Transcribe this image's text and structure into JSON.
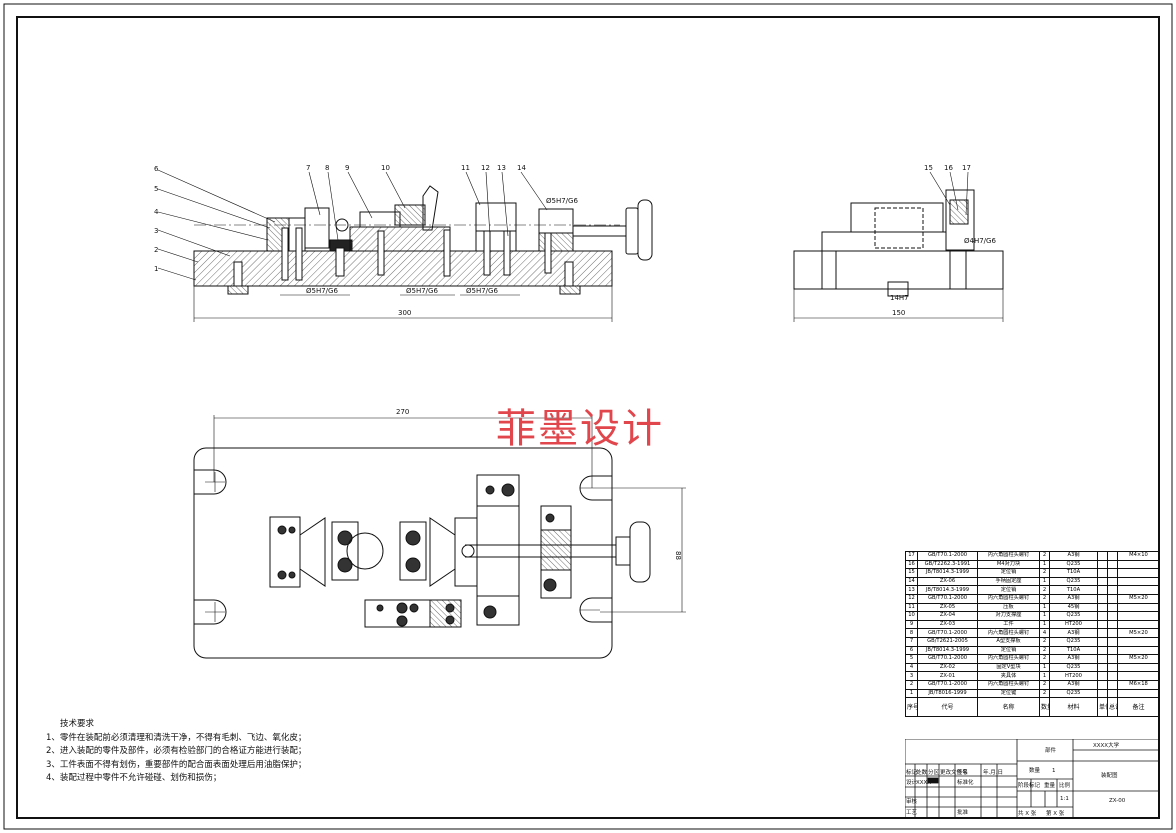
{
  "watermark": "菲墨设计",
  "dimensions": {
    "d300": "300",
    "d150": "150",
    "d270": "270",
    "d88": "88"
  },
  "fits": {
    "f1": "Ø5H7/G6",
    "f2": "Ø5H7/G6",
    "f3": "Ø5H7/G6",
    "f4": "Ø5H7/G6",
    "f5": "Ø4H7/G6",
    "f6": "14H7"
  },
  "balloons_front": [
    "1",
    "2",
    "3",
    "4",
    "5",
    "6",
    "7",
    "8",
    "9",
    "10",
    "11",
    "12",
    "13",
    "14"
  ],
  "balloons_side": [
    "15",
    "16",
    "17"
  ],
  "tech_requirements": {
    "title": "技术要求",
    "items": [
      "1、零件在装配前必须清理和清洗干净，不得有毛刺、飞边、氧化皮；",
      "2、进入装配的零件及部件，必须有检验部门的合格证方能进行装配；",
      "3、工件表面不得有划伤，重要部件的配合面表面处理后用油脂保护；",
      "4、装配过程中零件不允许碰碰、划伤和损伤；"
    ]
  },
  "bom": {
    "rows": [
      {
        "no": "17",
        "code": "GB/T70.1-2000",
        "name": "内六角圆柱头螺钉",
        "qty": "2",
        "mat": "A3钢",
        "note": "M4×10"
      },
      {
        "no": "16",
        "code": "GB/T2262.3-1991",
        "name": "M4对刀块",
        "qty": "1",
        "mat": "Q235",
        "note": ""
      },
      {
        "no": "15",
        "code": "JB/T8014.3-1999",
        "name": "定位销",
        "qty": "2",
        "mat": "T10A",
        "note": ""
      },
      {
        "no": "14",
        "code": "ZX-06",
        "name": "手柄固定座",
        "qty": "1",
        "mat": "Q235",
        "note": ""
      },
      {
        "no": "13",
        "code": "JB/T8014.3-1999",
        "name": "定位销",
        "qty": "2",
        "mat": "T10A",
        "note": ""
      },
      {
        "no": "12",
        "code": "GB/T70.1-2000",
        "name": "内六角圆柱头螺钉",
        "qty": "2",
        "mat": "A3钢",
        "note": "M5×20"
      },
      {
        "no": "11",
        "code": "ZX-05",
        "name": "压板",
        "qty": "1",
        "mat": "45钢",
        "note": ""
      },
      {
        "no": "10",
        "code": "ZX-04",
        "name": "对刀支撑座",
        "qty": "1",
        "mat": "Q235",
        "note": ""
      },
      {
        "no": "9",
        "code": "ZX-03",
        "name": "工件",
        "qty": "1",
        "mat": "HT200",
        "note": ""
      },
      {
        "no": "8",
        "code": "GB/T70.1-2000",
        "name": "内六角圆柱头螺钉",
        "qty": "4",
        "mat": "A3钢",
        "note": "M5×20"
      },
      {
        "no": "7",
        "code": "GB/T2621-2005",
        "name": "A型支撑板",
        "qty": "2",
        "mat": "Q235",
        "note": ""
      },
      {
        "no": "6",
        "code": "JB/T8014.3-1999",
        "name": "定位销",
        "qty": "2",
        "mat": "T10A",
        "note": ""
      },
      {
        "no": "5",
        "code": "GB/T70.1-2000",
        "name": "内六角圆柱头螺钉",
        "qty": "2",
        "mat": "A3钢",
        "note": "M5×20"
      },
      {
        "no": "4",
        "code": "ZX-02",
        "name": "固定V型块",
        "qty": "1",
        "mat": "Q235",
        "note": ""
      },
      {
        "no": "3",
        "code": "ZX-01",
        "name": "夹具体",
        "qty": "1",
        "mat": "HT200",
        "note": ""
      },
      {
        "no": "2",
        "code": "GB/T70.1-2000",
        "name": "内六角圆柱头螺钉",
        "qty": "2",
        "mat": "A3钢",
        "note": "M6×18"
      },
      {
        "no": "1",
        "code": "JB/T8016-1999",
        "name": "定位键",
        "qty": "2",
        "mat": "Q235",
        "note": ""
      }
    ],
    "header": {
      "no": "序号",
      "code": "代号",
      "name": "名称",
      "qty": "数量",
      "mat": "材料",
      "unit_w": "单件",
      "total_w": "总计",
      "weight": "重量",
      "note": "备注"
    }
  },
  "title_block": {
    "school": "XXXX大学",
    "part_label": "部件",
    "qty_label": "数量",
    "qty": "1",
    "drawing_name": "装配图",
    "scale_label": "比例",
    "scale": "1:1",
    "weight_label": "重量",
    "stage_label": "阶段标记",
    "drawing_no": "ZX-00",
    "sheet_total": "共 X 张",
    "sheet_no": "第 X 张",
    "mark": "标记",
    "count": "处数",
    "zone": "分区",
    "change_doc": "更改文件号",
    "sign": "签名",
    "date": "年.月.日",
    "design": "设计",
    "design_name": "XXXX",
    "std": "标准化",
    "review": "审核",
    "process": "工艺",
    "approve": "批准"
  },
  "colors": {
    "line": "#111111",
    "section": "#555555",
    "watermark": "#e0464c"
  }
}
